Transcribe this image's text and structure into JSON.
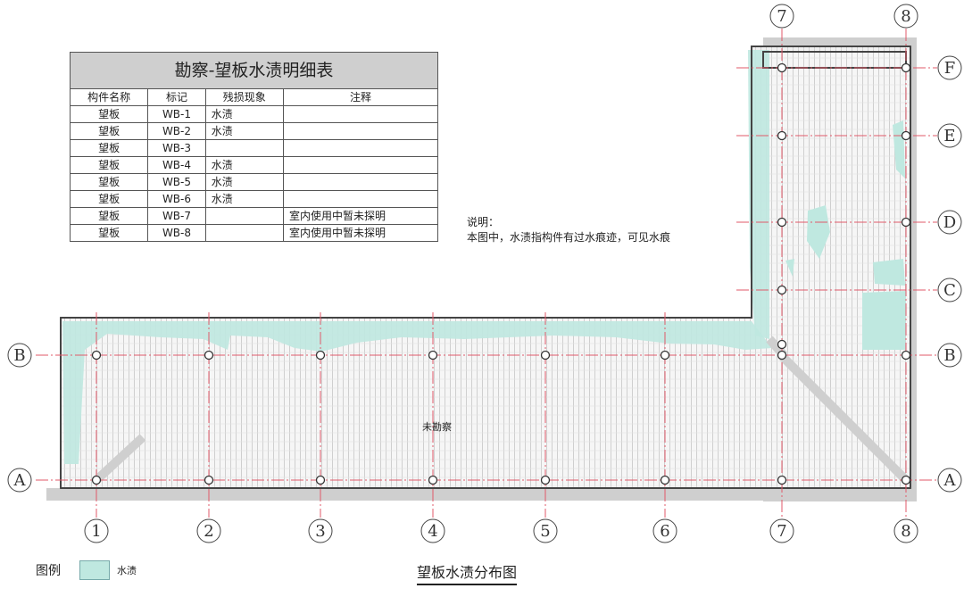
{
  "table": {
    "title": "勘察-望板水渍明细表",
    "headers": [
      "构件名称",
      "标记",
      "残损现象",
      "注释"
    ],
    "rows": [
      [
        "望板",
        "WB-1",
        "水渍",
        ""
      ],
      [
        "望板",
        "WB-2",
        "水渍",
        ""
      ],
      [
        "望板",
        "WB-3",
        "",
        ""
      ],
      [
        "望板",
        "WB-4",
        "水渍",
        ""
      ],
      [
        "望板",
        "WB-5",
        "水渍",
        ""
      ],
      [
        "望板",
        "WB-6",
        "水渍",
        ""
      ],
      [
        "望板",
        "WB-7",
        "",
        "室内使用中暂未探明"
      ],
      [
        "望板",
        "WB-8",
        "",
        "室内使用中暂未探明"
      ]
    ]
  },
  "note": {
    "heading": "说明：",
    "text": "本图中，水渍指构件有过水痕迹，可见水痕"
  },
  "axes": {
    "numbers": [
      "1",
      "2",
      "3",
      "4",
      "5",
      "6",
      "7",
      "8"
    ],
    "top_numbers": [
      "7",
      "8"
    ],
    "letters_left": [
      "B",
      "A"
    ],
    "letters_right": [
      "F",
      "E",
      "D",
      "C",
      "B",
      "A"
    ]
  },
  "unsurveyed_label": "未勘察",
  "legend": {
    "label": "图例",
    "item": "水渍"
  },
  "figure_title": "望板水渍分布图",
  "colors": {
    "water_stain": "#bfe8e0",
    "axis_line": "#e05a6a",
    "wall": "#555555"
  }
}
